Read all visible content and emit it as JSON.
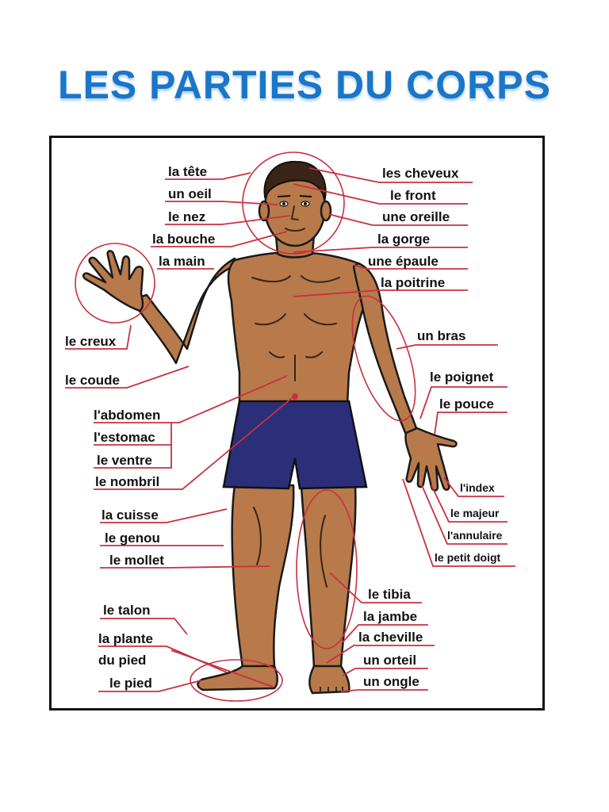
{
  "title": "LES PARTIES DU CORPS",
  "colors": {
    "title": "#1976c9",
    "leader_lines": "#c9303e",
    "skin": "#b87a4a",
    "shorts": "#2b2f7a",
    "hair": "#3a2418"
  },
  "labels_left": {
    "tete": "la tête",
    "oeil": "un oeil",
    "nez": "le nez",
    "bouche": "la bouche",
    "main": "la main",
    "creux": "le creux",
    "coude": "le coude",
    "abdomen": "l'abdomen",
    "estomac": "l'estomac",
    "ventre": "le ventre",
    "nombril": "le nombril",
    "cuisse": "la cuisse",
    "genou": "le genou",
    "mollet": "le mollet",
    "talon": "le talon",
    "plante_1": "la plante",
    "plante_2": "du pied",
    "pied": "le pied"
  },
  "labels_right": {
    "cheveux": "les cheveux",
    "front": "le front",
    "oreille": "une oreille",
    "gorge": "la gorge",
    "epaule": "une épaule",
    "poitrine": "la poitrine",
    "bras": "un bras",
    "poignet": "le poignet",
    "pouce": "le pouce",
    "index": "l'index",
    "majeur": "le majeur",
    "annulaire": "l'annulaire",
    "petit_doigt": "le petit doigt",
    "tibia": "le tibia",
    "jambe": "la jambe",
    "cheville": "la cheville",
    "orteil": "un orteil",
    "ongle": "un ongle"
  }
}
